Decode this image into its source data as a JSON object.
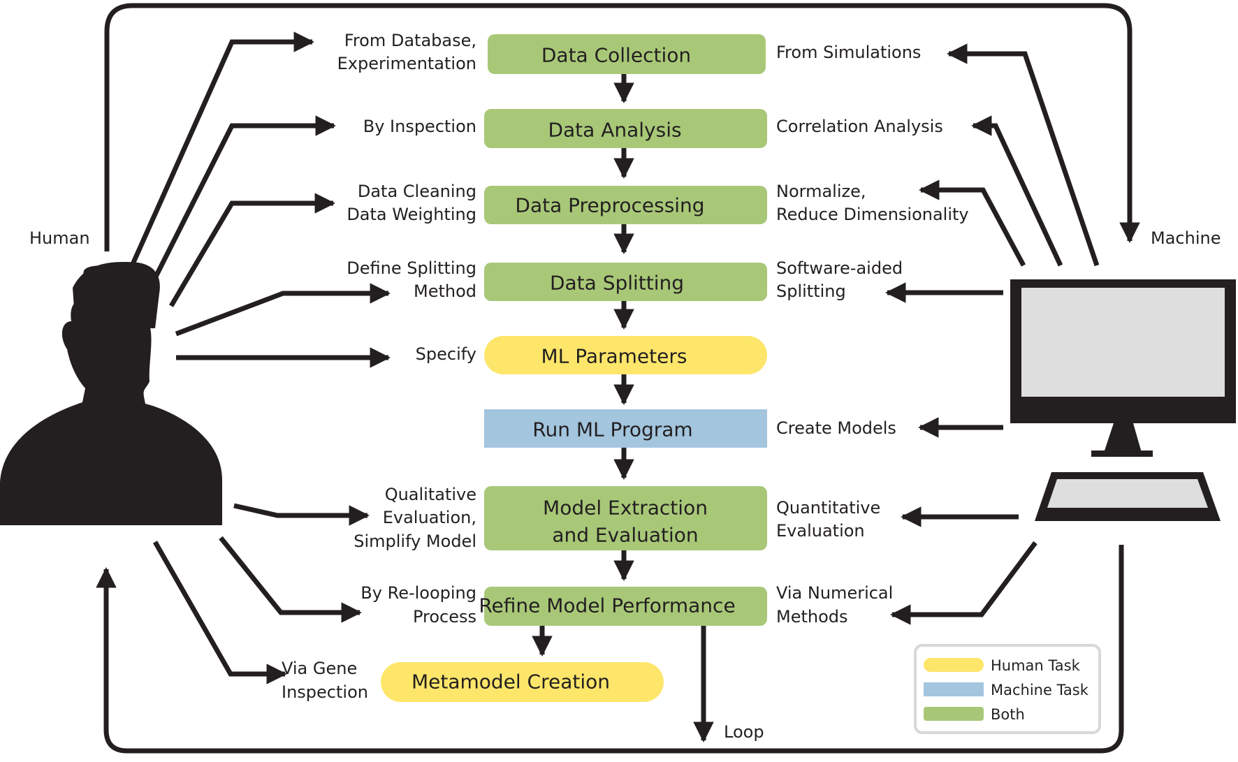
{
  "colors": {
    "both": "#a8c878",
    "human": "#fde66a",
    "machine": "#a3c5de",
    "ink": "#231f20",
    "screen": "#dedede",
    "legend_border": "#d8d8d8"
  },
  "actors": {
    "human_label": "Human",
    "machine_label": "Machine",
    "human_icon": "person-silhouette-icon",
    "machine_icon": "desktop-computer-icon"
  },
  "steps": {
    "data_collection": "Data Collection",
    "data_analysis": "Data Analysis",
    "data_preprocessing": "Data Preprocessing",
    "data_splitting": "Data Splitting",
    "ml_parameters": "ML Parameters",
    "run_ml_program": "Run ML Program",
    "model_extraction_1": "Model Extraction",
    "model_extraction_2": "and Evaluation",
    "refine_model": "Refine Model Performance",
    "metamodel_creation": "Metamodel Creation"
  },
  "human_side": {
    "collection_1": "From Database,",
    "collection_2": "Experimentation",
    "analysis": "By Inspection",
    "preprocessing_1": "Data Cleaning",
    "preprocessing_2": "Data Weighting",
    "splitting_1": "Define Splitting",
    "splitting_2": "Method",
    "parameters": "Specify",
    "evaluation_1": "Qualitative",
    "evaluation_2": "Evaluation,",
    "evaluation_3": "Simplify Model",
    "refine_1": "By Re-looping",
    "refine_2": "Process",
    "metamodel_1": "Via Gene",
    "metamodel_2": "Inspection"
  },
  "machine_side": {
    "collection": "From Simulations",
    "analysis": "Correlation Analysis",
    "preprocessing_1": "Normalize,",
    "preprocessing_2": "Reduce Dimensionality",
    "splitting_1": "Software-aided",
    "splitting_2": "Splitting",
    "run": "Create Models",
    "evaluation_1": "Quantitative",
    "evaluation_2": "Evaluation",
    "refine_1": "Via Numerical",
    "refine_2": "Methods"
  },
  "loop_label": "Loop",
  "legend": {
    "human_task": "Human Task",
    "machine_task": "Machine Task",
    "both": "Both"
  }
}
